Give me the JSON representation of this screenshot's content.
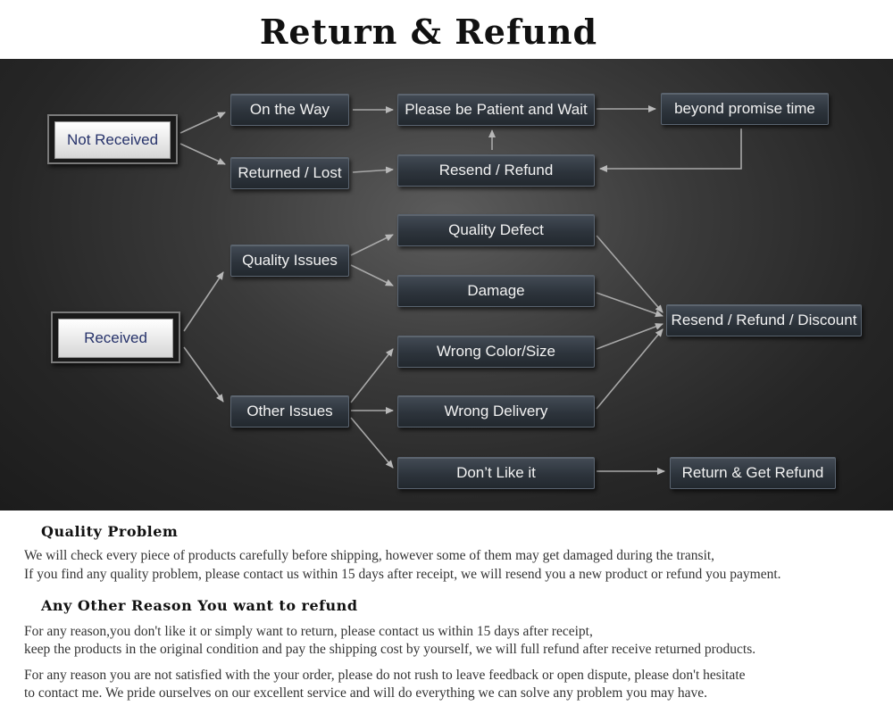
{
  "title": "Return & Refund",
  "diagram": {
    "not_received": "Not Received",
    "on_the_way": "On the Way",
    "returned_lost": "Returned / Lost",
    "please_wait": "Please be Patient and Wait",
    "beyond_time": "beyond promise time",
    "resend_refund": "Resend / Refund",
    "received": "Received",
    "quality_issues": "Quality Issues",
    "other_issues": "Other Issues",
    "quality_defect": "Quality Defect",
    "damage": "Damage",
    "wrong_color": "Wrong Color/Size",
    "wrong_delivery": "Wrong Delivery",
    "dont_like": "Don’t Like it",
    "resend_refund_discount": "Resend / Refund / Discount",
    "return_refund": "Return & Get Refund"
  },
  "sections": {
    "quality_heading": "Quality Problem",
    "quality_line1": "We will check every piece of products carefully before shipping, however some of them may get damaged during the transit,",
    "quality_line2": "If you find any quality problem, please contact us within 15 days after receipt, we will resend you a new product or refund you payment.",
    "other_heading": "Any Other Reason You want to refund",
    "other_line1": "For any reason,you don't like it or simply want to return, please contact us within 15 days after receipt,",
    "other_line2": "keep the products in the original condition and pay the shipping cost by yourself, we will full refund after receive returned products.",
    "other_line3": "For any reason you are not satisfied with the your order, please do not rush to leave feedback or open dispute, please don't hesitate",
    "other_line4": "to contact me. We pride ourselves on our excellent service and will do everything we can solve any problem you may have."
  }
}
